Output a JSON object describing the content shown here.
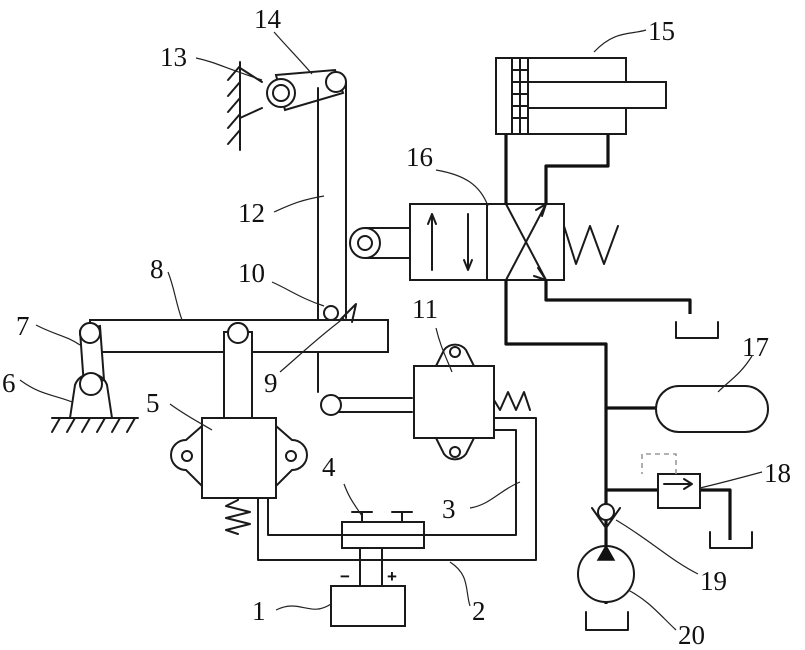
{
  "labels": {
    "l1": "1",
    "l2": "2",
    "l3": "3",
    "l4": "4",
    "l5": "5",
    "l6": "6",
    "l7": "7",
    "l8": "8",
    "l9": "9",
    "l10": "10",
    "l11": "11",
    "l12": "12",
    "l13": "13",
    "l14": "14",
    "l15": "15",
    "l16": "16",
    "l17": "17",
    "l18": "18",
    "l19": "19",
    "l20": "20"
  },
  "battery": {
    "minus": "−",
    "plus": "+"
  },
  "colors": {
    "line": "#1a1a1a",
    "dashed": "#9a9a9a",
    "background": "#ffffff"
  }
}
